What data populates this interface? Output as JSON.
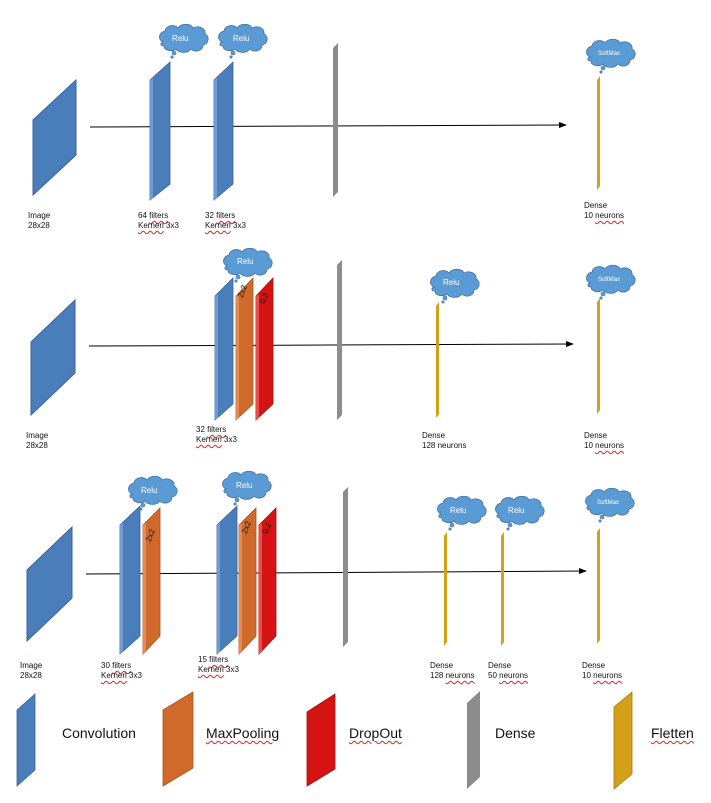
{
  "colors": {
    "convolution": "#4A7EBB",
    "maxpooling": "#D06A2B",
    "dropout": "#D51313",
    "dense": "#8C8C8C",
    "flatten": "#D4A017",
    "cloud": "#5B9BD5"
  },
  "rows": [
    {
      "image_label": [
        "Image",
        "28x28"
      ],
      "captions": [
        {
          "lines": [
            "64 filters",
            "Kernerl 3x3"
          ]
        },
        {
          "lines": [
            "32 filters",
            "Kernerl 3x3"
          ]
        },
        {
          "lines": [
            "Dense",
            "10 neurons"
          ]
        }
      ],
      "clouds": [
        "Relu",
        "Relu",
        "SoftMax"
      ]
    },
    {
      "image_label": [
        "Image",
        "28x28"
      ],
      "captions": [
        {
          "lines": [
            "32 filters",
            "Kernerl 3x3"
          ]
        },
        {
          "lines": [
            "Dense",
            "128 neurons"
          ]
        },
        {
          "lines": [
            "Dense",
            "10 neurons"
          ]
        }
      ],
      "clouds": [
        "Relu",
        "Relu",
        "SoftMax"
      ],
      "pool_labels": [
        "2x2",
        "0.2"
      ]
    },
    {
      "image_label": [
        "Image",
        "28x28"
      ],
      "captions": [
        {
          "lines": [
            "30 filters",
            "Kernerl 3x3"
          ]
        },
        {
          "lines": [
            "15 filters",
            "Kernerl 3x3"
          ]
        },
        {
          "lines": [
            "Dense",
            "128 neurons"
          ]
        },
        {
          "lines": [
            "Dense",
            "50 neurons"
          ]
        },
        {
          "lines": [
            "Dense",
            "10 neurons"
          ]
        }
      ],
      "clouds": [
        "Relu",
        "Relu",
        "Relu",
        "Relu",
        "SoftMax"
      ],
      "pool_labels": [
        "2x2",
        "2x2",
        "0.2"
      ]
    }
  ],
  "legend": [
    {
      "label": "Convolution",
      "type": "convolution"
    },
    {
      "label": "MaxPooling",
      "type": "maxpooling"
    },
    {
      "label": "DropOut",
      "type": "dropout"
    },
    {
      "label": "Dense",
      "type": "dense"
    },
    {
      "label": "Fletten",
      "type": "flatten"
    }
  ]
}
